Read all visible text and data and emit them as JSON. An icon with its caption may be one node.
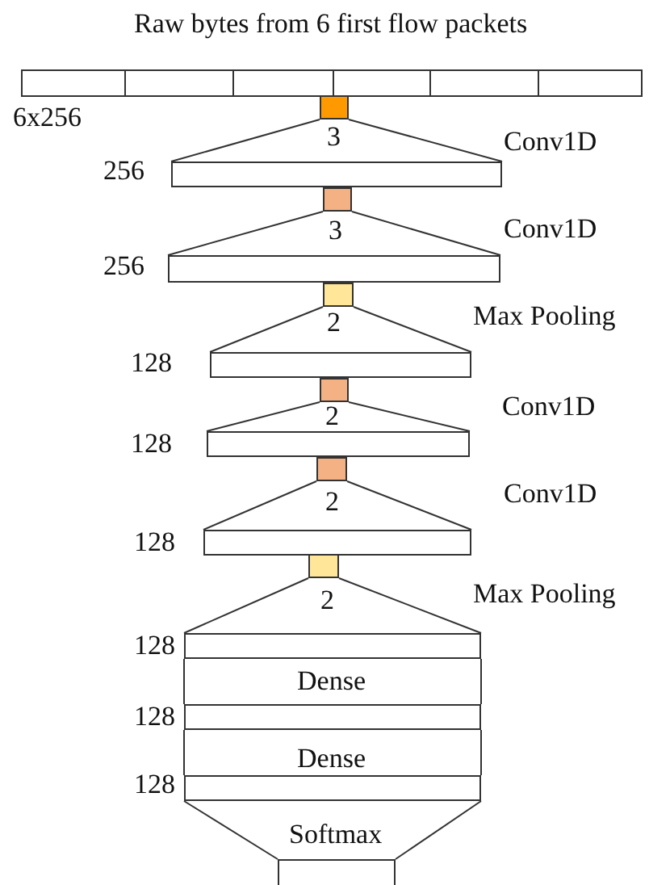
{
  "diagram": {
    "title": "Raw bytes from 6 first flow packets",
    "nodes": [
      {
        "text": [],
        "shape": "box",
        "beside": [
          "6x256"
        ]
      },
      {
        "text": [],
        "shape": "box",
        "beside": [
          "3"
        ]
      },
      {
        "text": [],
        "shape": "box",
        "beside": [
          "256"
        ]
      },
      {
        "text": [],
        "shape": "box",
        "beside": [
          "3"
        ]
      },
      {
        "text": [],
        "shape": "box",
        "beside": [
          "256"
        ]
      },
      {
        "text": [],
        "shape": "box",
        "beside": [
          "2"
        ]
      },
      {
        "text": [],
        "shape": "box",
        "beside": [
          "128"
        ]
      },
      {
        "text": [],
        "shape": "box",
        "beside": [
          "2"
        ]
      },
      {
        "text": [],
        "shape": "box",
        "beside": [
          "128"
        ]
      },
      {
        "text": [],
        "shape": "box",
        "beside": [
          "2"
        ]
      },
      {
        "text": [],
        "shape": "box",
        "beside": [
          "128"
        ]
      },
      {
        "text": [],
        "shape": "box",
        "beside": [
          "2"
        ]
      },
      {
        "text": [],
        "shape": "box",
        "beside": [
          "128",
          "Dense"
        ]
      },
      {
        "text": [],
        "shape": "box",
        "beside": [
          "128",
          "Dense"
        ]
      },
      {
        "text": [],
        "shape": "box",
        "beside": [
          "128",
          "Softmax"
        ]
      },
      {
        "text": [],
        "shape": "box"
      }
    ],
    "edges": [
      {
        "from": 1,
        "to": 2,
        "arrow": "none"
      },
      {
        "from": 1,
        "to": 2,
        "arrow": "none"
      },
      {
        "from": 3,
        "to": 4,
        "arrow": "none"
      },
      {
        "from": 3,
        "to": 4,
        "arrow": "none"
      },
      {
        "from": 5,
        "to": 6,
        "arrow": "none"
      },
      {
        "from": 5,
        "to": 6,
        "arrow": "none"
      },
      {
        "from": 7,
        "to": 8,
        "arrow": "none"
      },
      {
        "from": 7,
        "to": 8,
        "arrow": "none"
      },
      {
        "from": 9,
        "to": 10,
        "arrow": "none"
      },
      {
        "from": 9,
        "to": 10,
        "arrow": "none"
      },
      {
        "from": 11,
        "to": 12,
        "arrow": "none"
      },
      {
        "from": 11,
        "to": 12,
        "arrow": "none"
      },
      {
        "from": 12,
        "to": 13,
        "arrow": "none"
      },
      {
        "from": 12,
        "to": 13,
        "arrow": "none"
      },
      {
        "from": 13,
        "to": 14,
        "arrow": "none"
      },
      {
        "from": 13,
        "to": 14,
        "arrow": "none"
      },
      {
        "from": 14,
        "to": 15,
        "arrow": "none"
      },
      {
        "from": 14,
        "to": 15,
        "arrow": "none"
      }
    ],
    "labels": [
      "Conv1D",
      "Conv1D",
      "Max Pooling",
      "Conv1D",
      "Conv1D",
      "Max Pooling"
    ]
  }
}
